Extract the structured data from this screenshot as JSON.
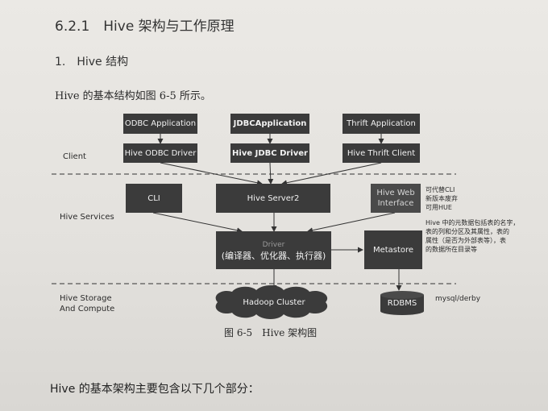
{
  "section_title": "6.2.1　Hive 架构与工作原理",
  "sub_title": "1.　Hive 结构",
  "intro": "Hive 的基本结构如图 6-5 所示。",
  "caption": "图 6-5　Hive 架构图",
  "summary": "Hive 的基本架构主要包含以下几个部分：",
  "layers": {
    "client": "Client",
    "services": "Hive Services",
    "storage_line1": "Hive Storage",
    "storage_line2": "And Compute"
  },
  "boxes": {
    "odbc_app": "ODBC Application",
    "jdbc_app": "JDBCApplication",
    "thrift_app": "Thrift Application",
    "odbc_driver": "Hive ODBC Driver",
    "jdbc_driver": "Hive JDBC Driver",
    "thrift_client": "Hive Thrift Client",
    "cli": "CLI",
    "hive_server2": "Hive Server2",
    "web_line1": "Hive Web",
    "web_line2": "Interface",
    "driver_line1": "Driver",
    "driver_line2": "(编译器、优化器、执行器)",
    "metastore": "Metastore",
    "hadoop": "Hadoop Cluster",
    "rdbms": "RDBMS"
  },
  "notes": {
    "web_1": "可代替CLI",
    "web_2": "新版本废弃",
    "web_3": "可用HUE",
    "meta_1": "Hive 中的元数据包括表的名字，",
    "meta_2": "表的列和分区及其属性，表的",
    "meta_3": "属性（是否为外部表等），表",
    "meta_4": "的数据所在目录等",
    "rdbms": "mysql/derby"
  }
}
